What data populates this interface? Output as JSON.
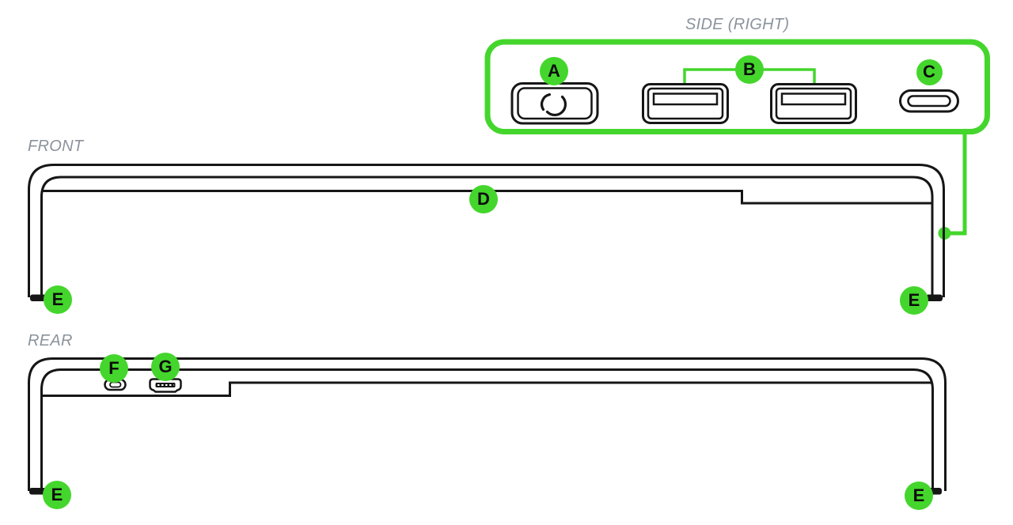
{
  "titles": {
    "side_right": "SIDE (RIGHT)",
    "front": "FRONT",
    "rear": "REAR"
  },
  "callouts": {
    "a": "A",
    "b": "B",
    "c": "C",
    "d": "D",
    "e": "E",
    "f": "F",
    "g": "G"
  },
  "icons": {
    "side_button": "power-cycle-icon",
    "side_usb_ports": "usb-a-port-icon",
    "side_usb_c_port": "usb-c-port-icon",
    "rear_usb_c_port": "usb-c-port-icon",
    "rear_hdmi_port": "hdmi-port-icon"
  },
  "colors": {
    "accent_green": "#44d62c",
    "line": "#161616",
    "title_gray": "#8b939c",
    "background": "#ffffff"
  }
}
